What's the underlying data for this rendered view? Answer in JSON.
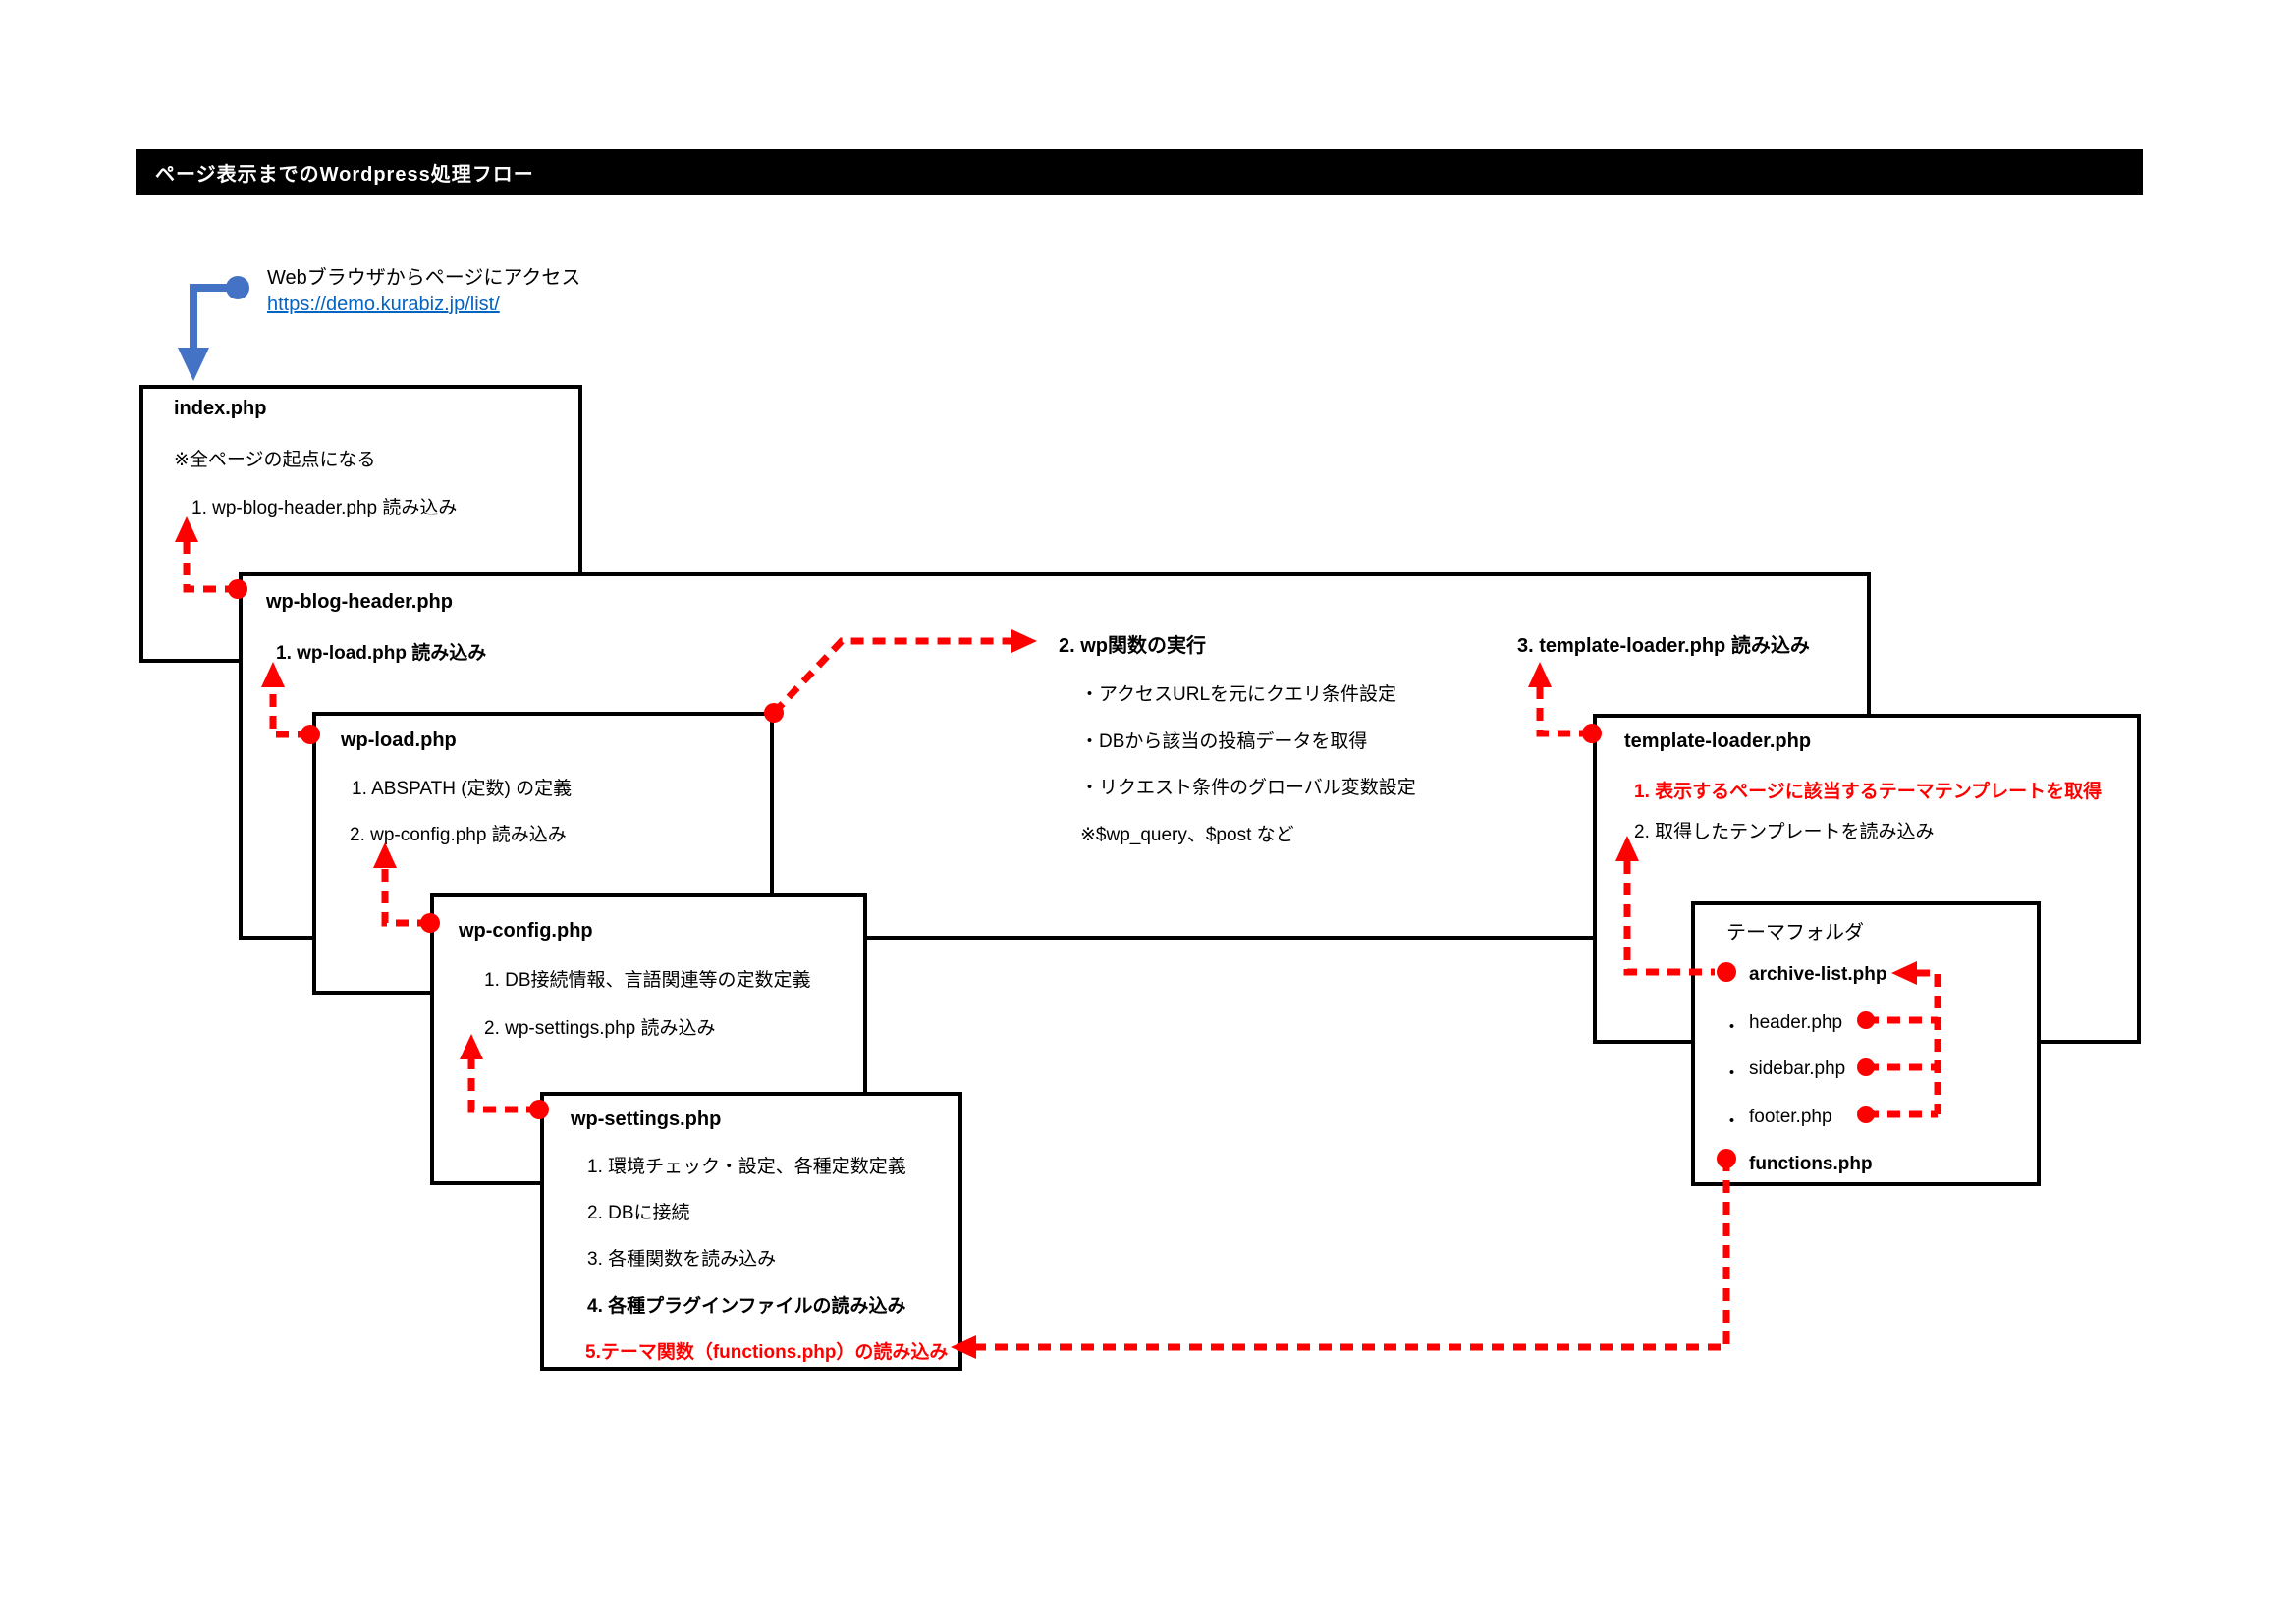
{
  "title_bar": {
    "label": "ページ表示までのWordpress処理フロー"
  },
  "intro": {
    "label": "Webブラウザからページにアクセス",
    "link": "https://demo.kurabiz.jp/list/"
  },
  "colors": {
    "red": "#ff0000",
    "blue": "#4472c4",
    "link_blue": "#0563c1",
    "bar": "#000000"
  },
  "boxes": {
    "index_php": {
      "title": "index.php",
      "note": "※全ページの起点になる",
      "item1": "1. wp-blog-header.php 読み込み"
    },
    "wp_blog_header": {
      "title": "wp-blog-header.php",
      "item1": "1. wp-load.php 読み込み"
    },
    "wp_load": {
      "title": "wp-load.php",
      "items": [
        "1. ABSPATH (定数) の定義",
        "2. wp-config.php 読み込み"
      ]
    },
    "wp_config": {
      "title": "wp-config.php",
      "items": [
        "1. DB接続情報、言語関連等の定数定義",
        "2. wp-settings.php 読み込み"
      ]
    },
    "wp_settings": {
      "title": "wp-settings.php",
      "items": [
        "1. 環境チェック・設定、各種定数定義",
        "2. DBに接続",
        "3. 各種関数を読み込み",
        "4. 各種プラグインファイルの読み込み",
        "5.テーマ関数（functions.php）の読み込み"
      ]
    },
    "template_loader": {
      "title": "template-loader.php",
      "items": [
        "1. 表示するページに該当するテーマテンプレートを取得",
        "2. 取得したテンプレートを読み込み"
      ]
    },
    "theme_folder": {
      "title": "テーマフォルダ",
      "bullet": "・",
      "main": "archive-list.php",
      "parts": [
        "header.php",
        "sidebar.php",
        "footer.php"
      ],
      "functions": "functions.php"
    }
  },
  "headings": {
    "wp_exec": {
      "label": "2. wp関数の実行",
      "items": [
        "・アクセスURLを元にクエリ条件設定",
        "・DBから該当の投稿データを取得",
        "・リクエスト条件のグローバル変数設定",
        "※$wp_query、$post など"
      ]
    },
    "template_load": {
      "label": "3. template-loader.php 読み込み"
    }
  }
}
